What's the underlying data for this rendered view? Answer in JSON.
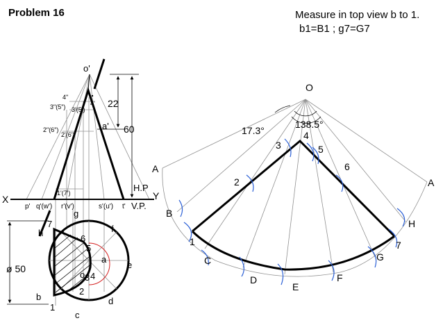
{
  "header": {
    "title": "Problem 16",
    "instruction_line1": "Measure in top view b to 1.",
    "instruction_line2": "b1=B1 ; g7=G7"
  },
  "projection": {
    "apex_front": "o'",
    "apex_top": "o",
    "height_dim": "60",
    "cut_dim": "22",
    "xy_left": "X",
    "xy_right": "Y",
    "hp_label": "H.P",
    "vp_label": "V.P.",
    "diameter_dim": "ø 50",
    "fv_xy_labels": [
      "p'",
      "q'(w')",
      "r'(v')",
      "s'(u')",
      "t'"
    ],
    "fv_generator_labels": [
      "4\"",
      "3\"(5\")",
      "3'(5')",
      "4'",
      "2\"(6\")",
      "2'(6')",
      "1'(7')",
      "a'"
    ],
    "tv_labels": [
      "a",
      "b",
      "c",
      "d",
      "e",
      "f",
      "g",
      "h"
    ],
    "tv_point_labels": [
      "1",
      "2",
      "3",
      "4",
      "5",
      "6",
      "7"
    ]
  },
  "development": {
    "apex": "O",
    "angle_small": "17.3°",
    "angle_large": "138.5°",
    "outline_labels": [
      "A",
      "B",
      "C",
      "D",
      "E",
      "F",
      "G",
      "H",
      "A"
    ],
    "point_labels": [
      "1",
      "2",
      "3",
      "4",
      "5",
      "6",
      "7"
    ]
  },
  "colors": {
    "ink": "#000000",
    "thin_line": "#909090",
    "blue_arc": "#2a5fd6",
    "red_arc": "#d42020",
    "background": "#ffffff"
  }
}
